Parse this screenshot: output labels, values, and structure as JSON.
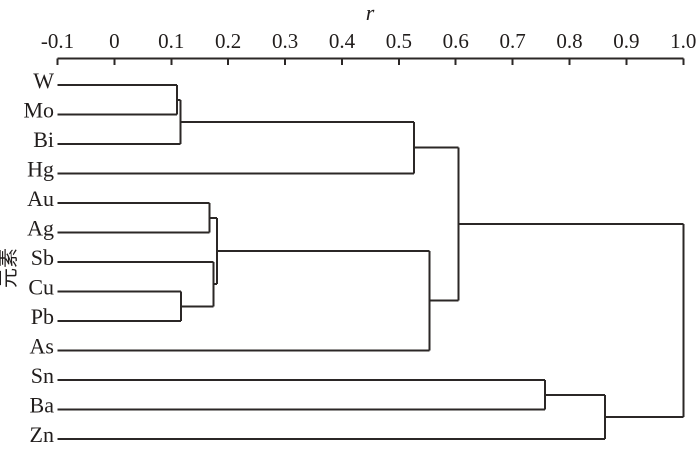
{
  "colors": {
    "line": "#2b2726",
    "text": "#211d1c",
    "background": "#ffffff"
  },
  "chart_data": {
    "type": "dendrogram",
    "orientation": "horizontal",
    "title": "r",
    "ylabel": "元素",
    "axis": {
      "position": "top",
      "min": -0.1,
      "max": 1.0,
      "ticks": [
        -0.1,
        0,
        0.1,
        0.2,
        0.3,
        0.4,
        0.5,
        0.6,
        0.7,
        0.8,
        0.9,
        1.0
      ],
      "tick_labels": [
        "-0.1",
        "0",
        "0.1",
        "0.2",
        "0.3",
        "0.4",
        "0.5",
        "0.6",
        "0.7",
        "0.8",
        "0.9",
        "1.0"
      ]
    },
    "leaves": [
      "W",
      "Mo",
      "Bi",
      "Hg",
      "Au",
      "Ag",
      "Sb",
      "Cu",
      "Pb",
      "As",
      "Sn",
      "Ba",
      "Zn"
    ],
    "leaf_start": -0.1,
    "merges": [
      {
        "children": [
          "W",
          "Mo"
        ],
        "r": 0.11
      },
      {
        "children": [
          "m0",
          "Bi"
        ],
        "r": 0.116
      },
      {
        "children": [
          "m1",
          "Hg"
        ],
        "r": 0.527
      },
      {
        "children": [
          "Au",
          "Ag"
        ],
        "r": 0.167
      },
      {
        "children": [
          "Cu",
          "Pb"
        ],
        "r": 0.117
      },
      {
        "children": [
          "Sb",
          "m4"
        ],
        "r": 0.174
      },
      {
        "children": [
          "m3",
          "m5"
        ],
        "r": 0.18
      },
      {
        "children": [
          "m6",
          "As"
        ],
        "r": 0.554
      },
      {
        "children": [
          "m2",
          "m7"
        ],
        "r": 0.605
      },
      {
        "children": [
          "Sn",
          "Ba"
        ],
        "r": 0.757
      },
      {
        "children": [
          "m9",
          "Zn"
        ],
        "r": 0.862
      },
      {
        "children": [
          "m8",
          "m10"
        ],
        "r": 1.0
      }
    ]
  }
}
